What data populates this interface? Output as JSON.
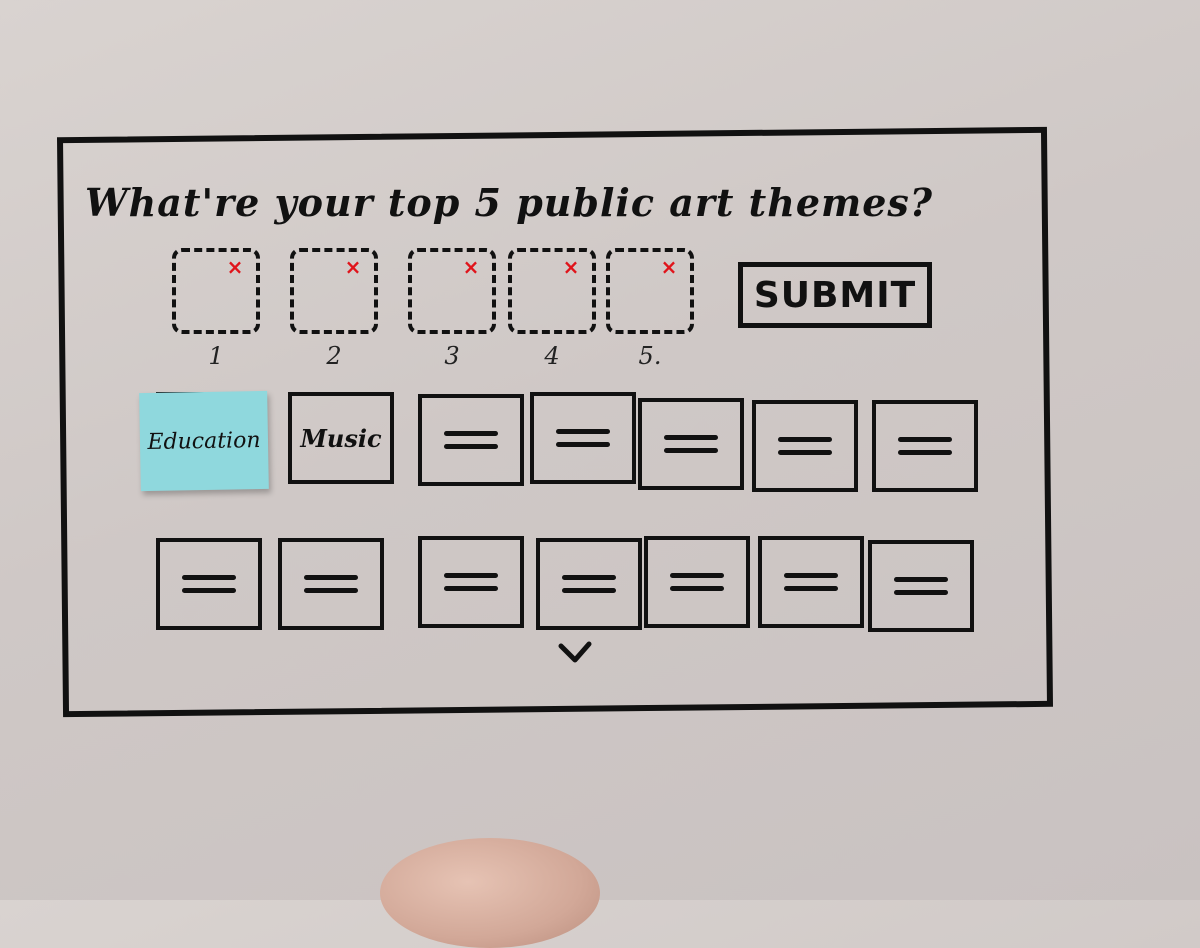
{
  "question": "What're your top 5 public art themes?",
  "slots": [
    {
      "number": "1",
      "remove_icon": "×"
    },
    {
      "number": "2",
      "remove_icon": "×"
    },
    {
      "number": "3",
      "remove_icon": "×"
    },
    {
      "number": "4",
      "remove_icon": "×"
    },
    {
      "number": "5.",
      "remove_icon": "×"
    }
  ],
  "submit_label": "SUBMIT",
  "themes": {
    "row1": [
      {
        "label": "Education",
        "style": "sticky-note"
      },
      {
        "label": "Music"
      },
      {
        "label": ""
      },
      {
        "label": ""
      },
      {
        "label": ""
      },
      {
        "label": ""
      },
      {
        "label": ""
      }
    ],
    "row2": [
      {
        "label": ""
      },
      {
        "label": ""
      },
      {
        "label": ""
      },
      {
        "label": ""
      },
      {
        "label": ""
      },
      {
        "label": ""
      },
      {
        "label": ""
      }
    ]
  },
  "icons": {
    "remove": "x-icon",
    "expand": "chevron-down-icon"
  },
  "colors": {
    "ink": "#111111",
    "remove_mark": "#e0141b",
    "sticky_note": "#8fd8dd",
    "whiteboard": "#d4cdcb"
  }
}
